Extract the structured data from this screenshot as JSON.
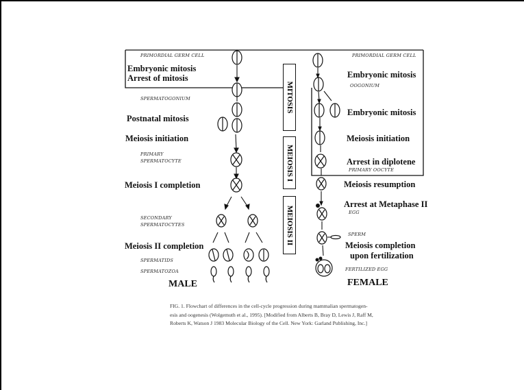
{
  "male": {
    "header_label": "PRIMORDIAL GERM CELL",
    "embryonic_mitosis": "Embryonic mitosis",
    "arrest_of_mitosis": "Arrest of mitosis",
    "spermatogonium": "SPERMATOGONIUM",
    "postnatal_mitosis": "Postnatal mitosis",
    "meiosis_initiation": "Meiosis initiation",
    "primary_spermatocyte_1": "PRIMARY",
    "primary_spermatocyte_2": "SPERMATOCYTE",
    "meiosis_i_completion": "Meiosis I completion",
    "secondary_spermatocytes_1": "SECONDARY",
    "secondary_spermatocytes_2": "SPERMATOCYTES",
    "meiosis_ii_completion": "Meiosis II completion",
    "spermatids": "SPERMATIDS",
    "spermatozoa": "SPERMATOZOA",
    "sex_label": "MALE"
  },
  "female": {
    "header_label": "PRIMORDIAL GERM CELL",
    "embryonic_mitosis_1": "Embryonic mitosis",
    "oogonium": "OOGONIUM",
    "embryonic_mitosis_2": "Embryonic mitosis",
    "meiosis_initiation": "Meiosis initiation",
    "arrest_in_diplotene": "Arrest in diplotene",
    "primary_oocyte": "PRIMARY OOCYTE",
    "meiosis_resumption": "Meiosis resumption",
    "arrest_metaphase_ii": "Arrest at Metaphase II",
    "egg": "EGG",
    "sperm": "SPERM",
    "meiosis_completion_1": "Meiosis completion",
    "meiosis_completion_2": "upon fertilization",
    "fertilized_egg": "FERTILIZED EGG",
    "sex_label": "FEMALE"
  },
  "phases": {
    "mitosis": "MITOSIS",
    "meiosis_i": "MEIOSIS I",
    "meiosis_ii": "MEIOSIS II"
  },
  "caption": {
    "line1": "FIG. 1. Flowchart of differences in the cell-cycle progression during mammalian spermatogen-",
    "line2": "esis and oogenesis (Wolgemuth et al., 1995). [Modified from Alberts B, Bray D, Lewis J, Raff M,",
    "line3": "Roberts K, Watson J 1983 Molecular Biology of the Cell. New York: Garland Publishing, Inc.]"
  }
}
